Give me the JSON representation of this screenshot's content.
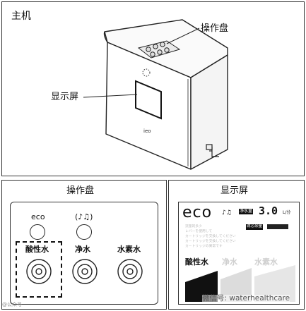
{
  "main_unit": {
    "title": "主机",
    "callout_operation_panel": "操作盘",
    "callout_display": "显示屏"
  },
  "operation_panel": {
    "title": "操作盘",
    "eco_label": "eco",
    "sound_icon": "music-note-icon",
    "buttons": [
      {
        "label": "酸性水"
      },
      {
        "label": "净水"
      },
      {
        "label": "水素水"
      }
    ]
  },
  "display_panel": {
    "title": "显示屏",
    "eco_label": "eco",
    "flow_label": "净水量",
    "flow_value": "3.0",
    "flow_unit": "L/分",
    "filter_label": "滤芯余量",
    "message_lines": [
      "流量的多少",
      "レバーを使用して",
      "カートリッジを交換してください",
      "カートリッジを交換してください",
      "カートリッジの異常です"
    ],
    "mode_labels": [
      "酸性水",
      "净水",
      "水素水"
    ]
  },
  "watermark": {
    "text": "微信号: waterhealthcare",
    "corner_text": "@公众号"
  }
}
